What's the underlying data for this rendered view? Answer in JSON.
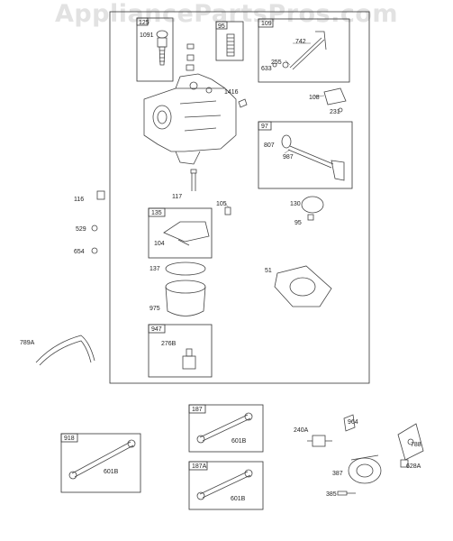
{
  "watermark": "AppliancePartsPros.com",
  "boxes": {
    "main": "",
    "b125": "125",
    "b95": "95",
    "b109": "109",
    "b97": "97",
    "b135": "135",
    "b947": "947",
    "b918": "918",
    "b187": "187",
    "b187A": "187A"
  },
  "labels": {
    "p1091": "1091",
    "p742": "742",
    "p255": "255",
    "p633": "633",
    "p1416": "1416",
    "p108": "108",
    "p231": "231",
    "p807": "807",
    "p987": "987",
    "p116": "116",
    "p117": "117",
    "p105": "105",
    "p130": "130",
    "p95b": "95",
    "p529": "529",
    "p654": "654",
    "p104": "104",
    "p137": "137",
    "p51": "51",
    "p975": "975",
    "p789A": "789A",
    "p276B": "276B",
    "p601B_1": "601B",
    "p601B_2": "601B",
    "p601B_3": "601B",
    "p240A": "240A",
    "p964": "964",
    "p788": "788",
    "p387": "387",
    "p628A": "628A",
    "p385": "385"
  }
}
